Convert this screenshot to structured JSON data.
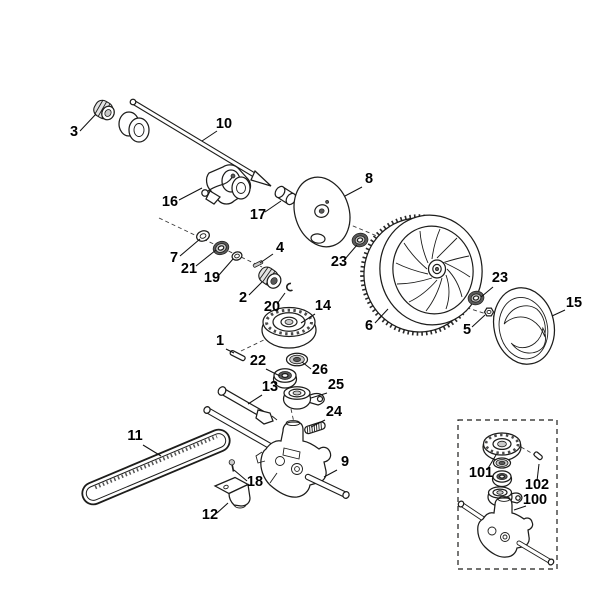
{
  "colors": {
    "background": "#ffffff",
    "ink": "#1d1d1b",
    "label_text": "#000000",
    "shade_dark": "#5a5a5a",
    "shade_light": "#e2e2e2"
  },
  "parts": [
    {
      "label": "3"
    },
    {
      "label": "10"
    },
    {
      "label": "16"
    },
    {
      "label": "17"
    },
    {
      "label": "7"
    },
    {
      "label": "21"
    },
    {
      "label": "19"
    },
    {
      "label": "4"
    },
    {
      "label": "2"
    },
    {
      "label": "20"
    },
    {
      "label": "8"
    },
    {
      "label": "23"
    },
    {
      "label": "6"
    },
    {
      "label": "23"
    },
    {
      "label": "5"
    },
    {
      "label": "15"
    },
    {
      "label": "14"
    },
    {
      "label": "1"
    },
    {
      "label": "22"
    },
    {
      "label": "26"
    },
    {
      "label": "13"
    },
    {
      "label": "25"
    },
    {
      "label": "24"
    },
    {
      "label": "11"
    },
    {
      "label": "9"
    },
    {
      "label": "18"
    },
    {
      "label": "12"
    },
    {
      "label": "101"
    },
    {
      "label": "102"
    },
    {
      "label": "100"
    }
  ]
}
